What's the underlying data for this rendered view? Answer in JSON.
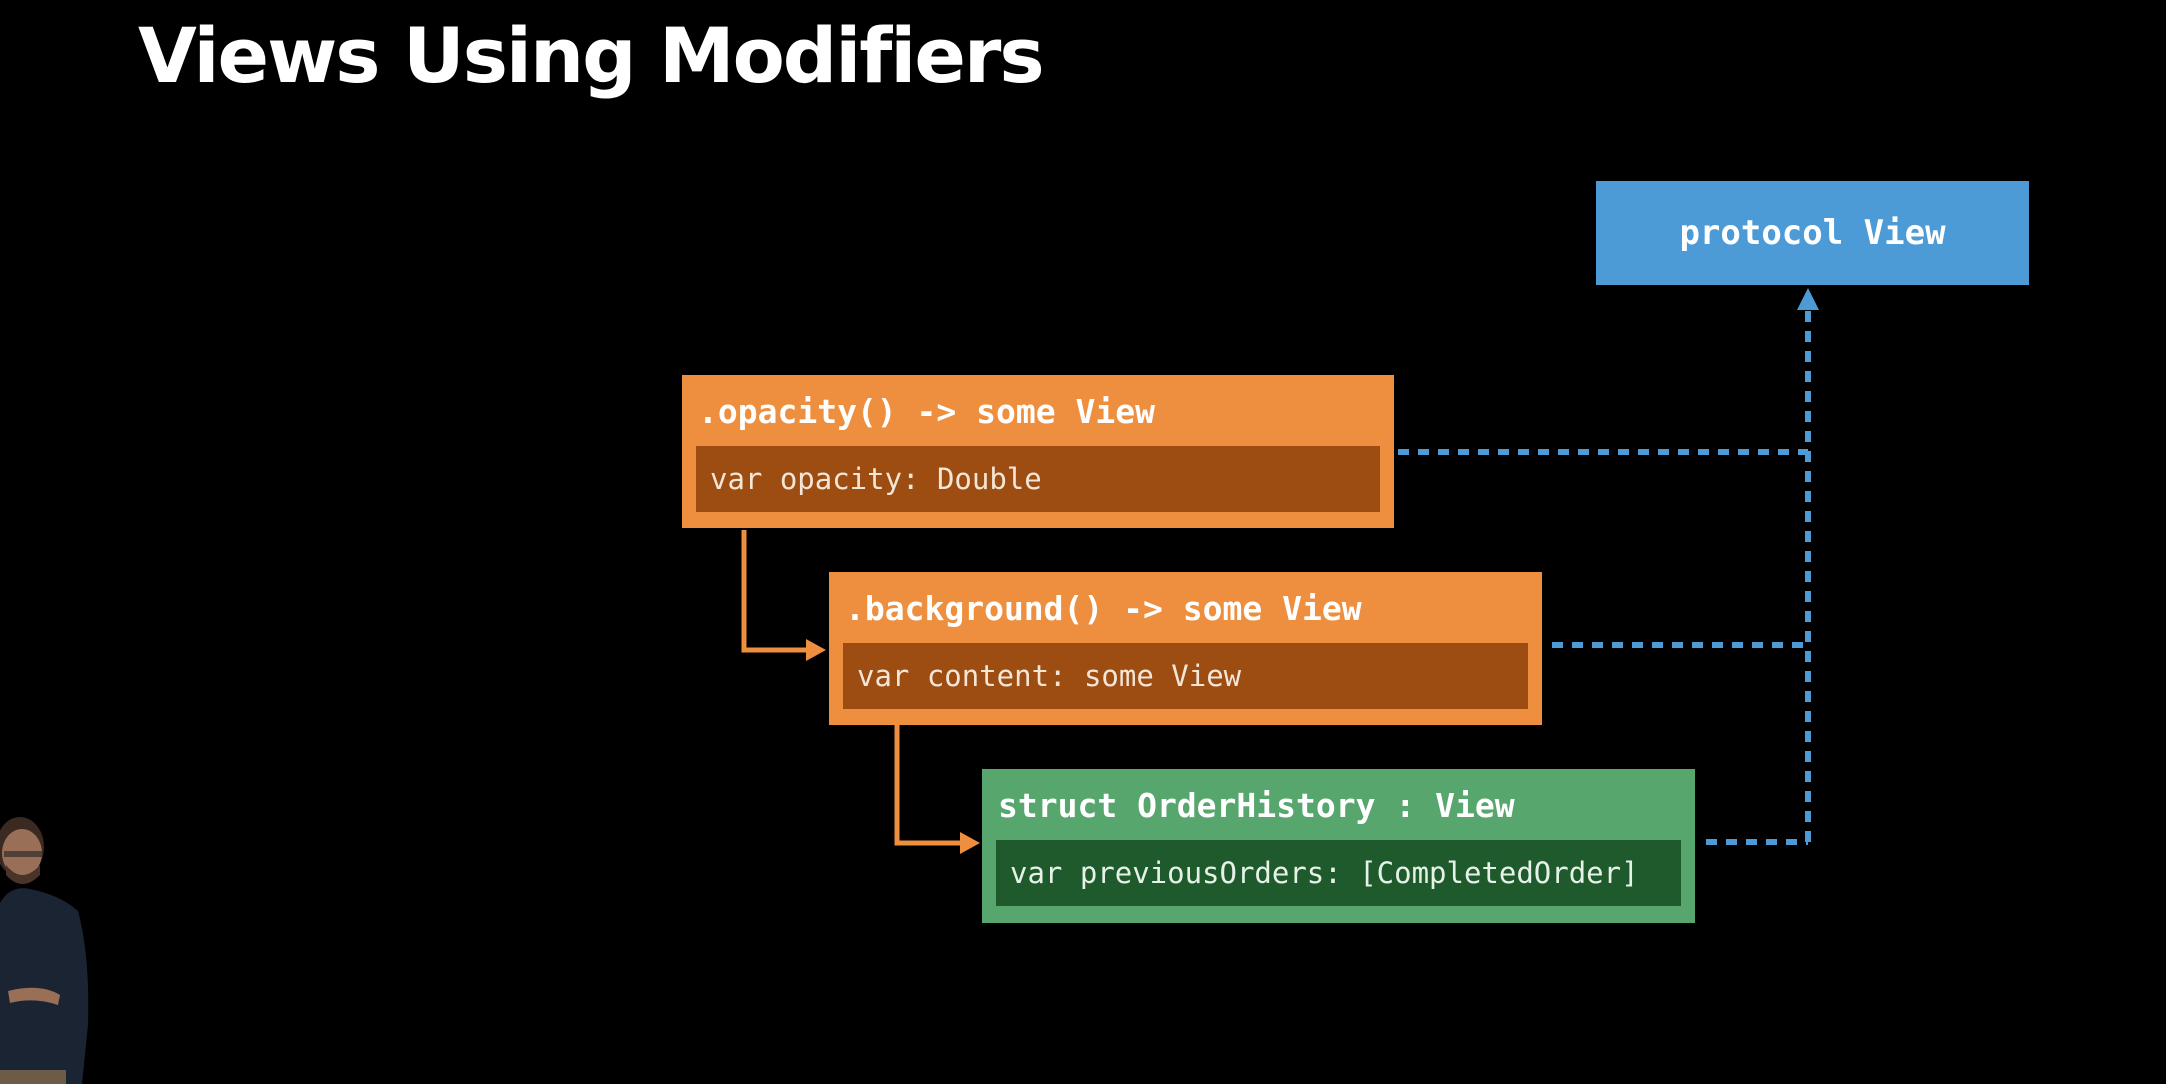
{
  "title": "Views Using Modifiers",
  "diagram": {
    "protocol_box": {
      "label": "protocol View"
    },
    "opacity_box": {
      "header": ".opacity() -> some View",
      "property": "var opacity: Double"
    },
    "background_box": {
      "header": ".background() -> some View",
      "property": "var content: some View"
    },
    "order_history_box": {
      "header": "struct OrderHistory : View",
      "property": "var previousOrders: [CompletedOrder]"
    }
  },
  "colors": {
    "background": "#000000",
    "modifier_box": "#ee8f3f",
    "modifier_box_inner": "#9d4c12",
    "struct_box": "#56a66e",
    "struct_box_inner": "#1f5a2c",
    "protocol_box": "#4d9bd6",
    "dashed_conformance_line": "#4d9bd6",
    "wrap_arrow": "#ee8f3f"
  }
}
